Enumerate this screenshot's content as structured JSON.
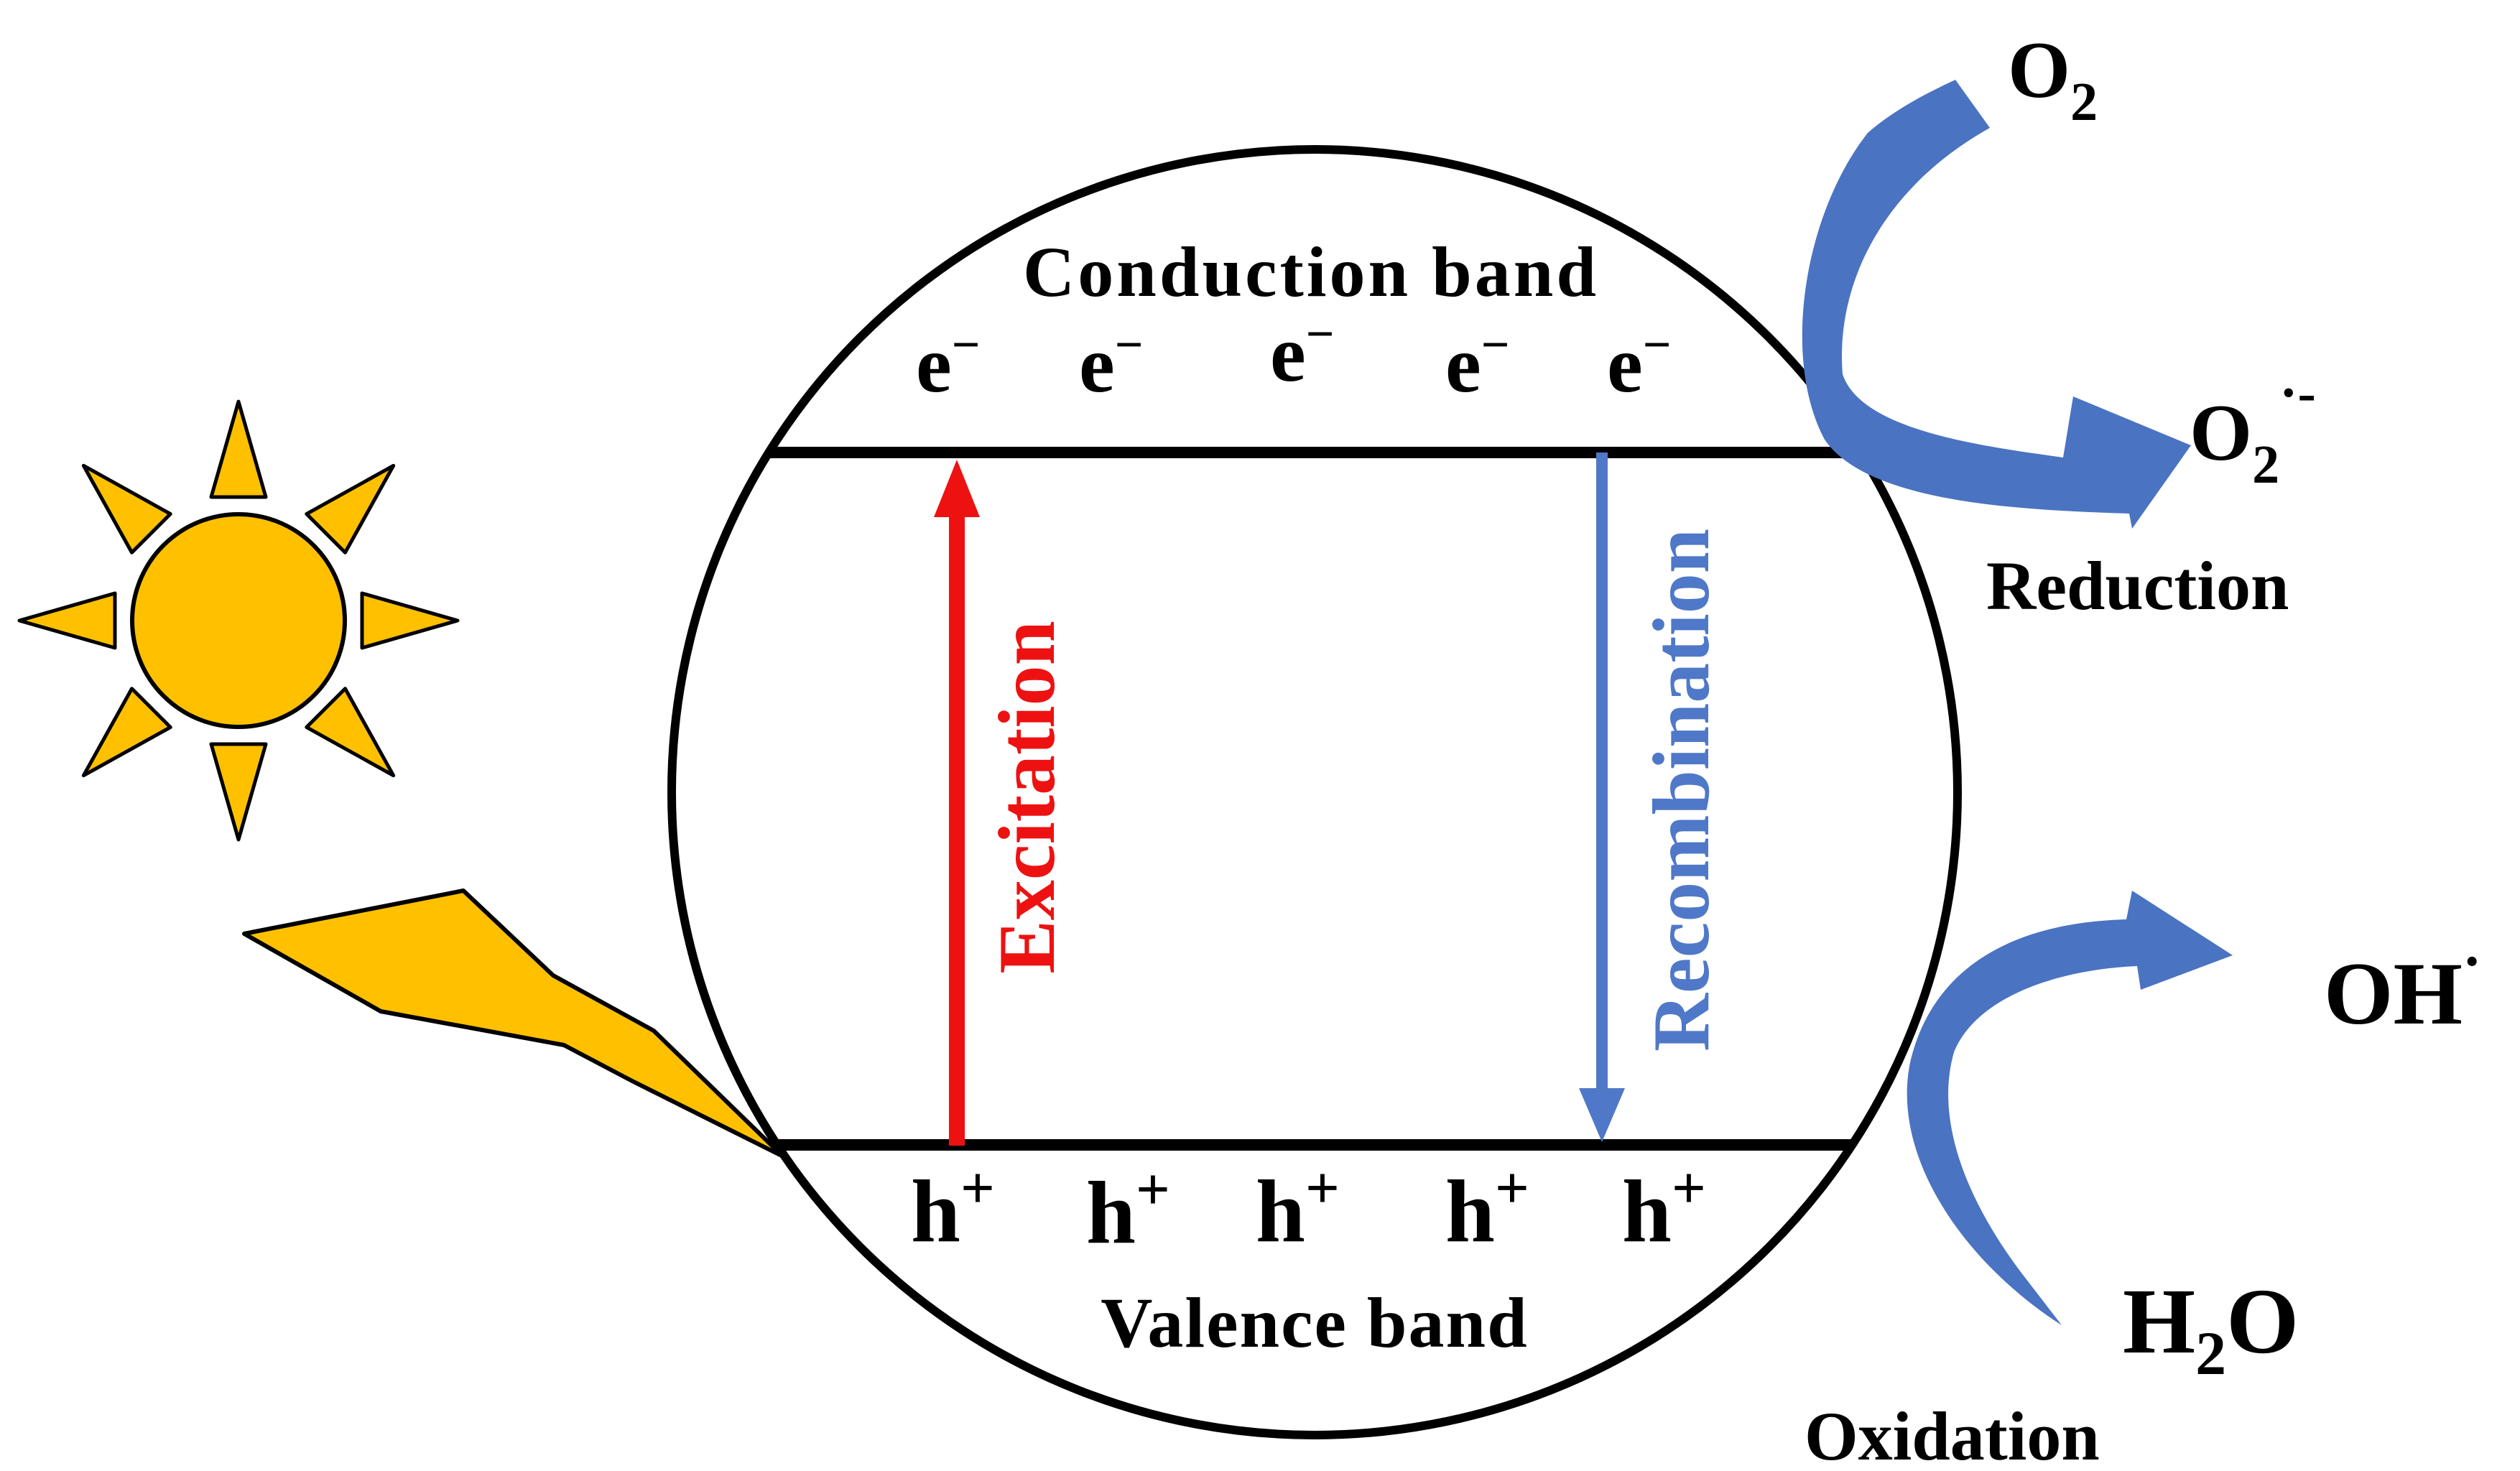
{
  "bands": {
    "conduction_label": "Conduction band",
    "valence_label": "Valence band",
    "electron_symbol": "e",
    "electron_charge": "−",
    "hole_symbol": "h",
    "hole_charge": "+",
    "electron_count": 5,
    "hole_count": 5
  },
  "transitions": {
    "excitation_label": "Excitation",
    "recombination_label": "Recombination",
    "excitation_color": "#ee1111",
    "recombination_color": "#4f78c8"
  },
  "reduction": {
    "reactant_main": "O",
    "reactant_sub": "2",
    "product_main": "O",
    "product_sub": "2",
    "product_sup": "·-",
    "label": "Reduction"
  },
  "oxidation": {
    "reactant_main_1": "H",
    "reactant_sub": "2",
    "reactant_main_2": "O",
    "product_main": "OH",
    "product_sup": "·",
    "label": "Oxidation"
  },
  "colors": {
    "sun": "#ffc000",
    "outline": "#000000",
    "process_arrow": "#4a73c2"
  },
  "icons": {
    "sun": "sun-icon",
    "light": "lightning-bolt-icon"
  }
}
